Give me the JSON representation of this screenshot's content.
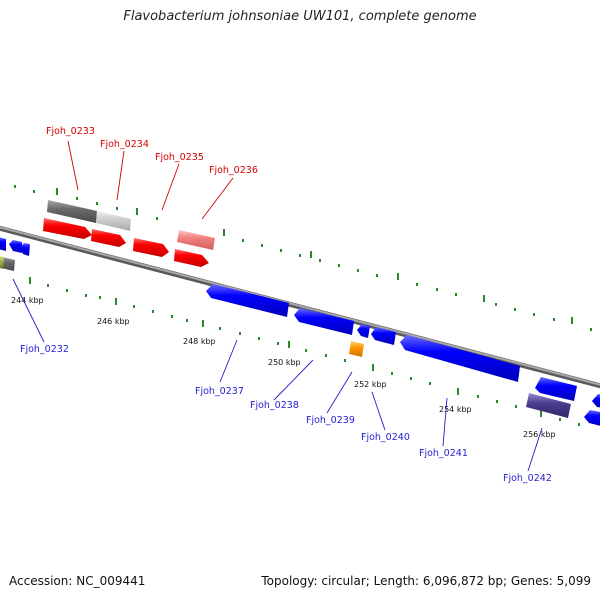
{
  "title": "Flavobacterium johnsoniae UW101, complete genome",
  "footer": {
    "accession": "Accession: NC_009441",
    "summary": "Topology: circular; Length: 6,096,872 bp; Genes: 5,099"
  },
  "colors": {
    "backbone": "#8a8a8a",
    "tick": "#2a8a2a",
    "forward_gene": "#ee0000",
    "reverse_gene": "#0000ee",
    "label_forward": "#d40000",
    "label_reverse": "#1f1fd0"
  },
  "scale_labels": [
    "244 kbp",
    "246 kbp",
    "248 kbp",
    "250 kbp",
    "252 kbp",
    "254 kbp",
    "256 kbp"
  ],
  "forward_genes": [
    "Fjoh_0233",
    "Fjoh_0234",
    "Fjoh_0235",
    "Fjoh_0236"
  ],
  "reverse_genes": [
    "Fjoh_0232",
    "Fjoh_0237",
    "Fjoh_0238",
    "Fjoh_0239",
    "Fjoh_0240",
    "Fjoh_0241",
    "Fjoh_0242"
  ]
}
